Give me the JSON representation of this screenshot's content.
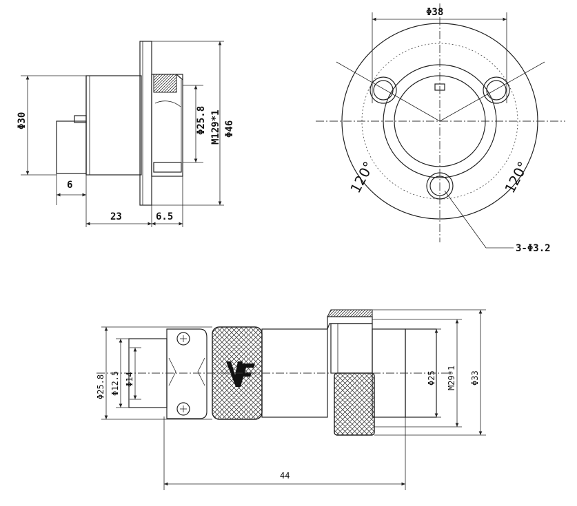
{
  "side_view": {
    "dim_body_dia": "Φ30",
    "dim_thread_dia": "Φ25.8",
    "dim_thread": "M129*1",
    "dim_flange_dia": "Φ46",
    "dim_key": "6",
    "dim_length": "23",
    "dim_flange_thk": "6.5"
  },
  "front_view": {
    "dim_bolt_circle": "Φ38",
    "angle_left": "120°",
    "angle_right": "120°",
    "hole_callout": "3-Φ3.2"
  },
  "plug_view": {
    "dim_outer": "Φ25.8",
    "dim_mid": "Φ12.5",
    "dim_inner": "Φ14",
    "dim_coupling": "Φ25",
    "dim_thread": "M29*1",
    "dim_nut": "Φ33",
    "dim_length": "44",
    "logo_text": "VF"
  }
}
